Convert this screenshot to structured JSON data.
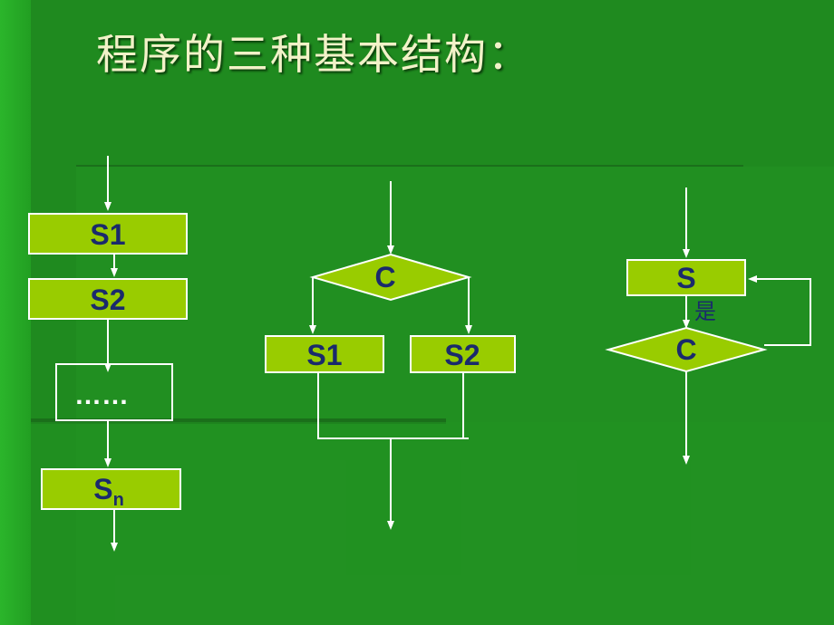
{
  "title": "程序的三种基本结构：",
  "sequence": {
    "box1": "S1",
    "box2": "S2",
    "ellipsis": "……",
    "last_base": "S",
    "last_sub": "n"
  },
  "selection": {
    "condition": "C",
    "branch_left": "S1",
    "branch_right": "S2"
  },
  "loop": {
    "body": "S",
    "yes_label": "是",
    "condition": "C"
  },
  "colors": {
    "background": "#1f8a1f",
    "box_fill": "#99cc00",
    "label": "#1a2a6c",
    "title": "#f2f2c8"
  }
}
